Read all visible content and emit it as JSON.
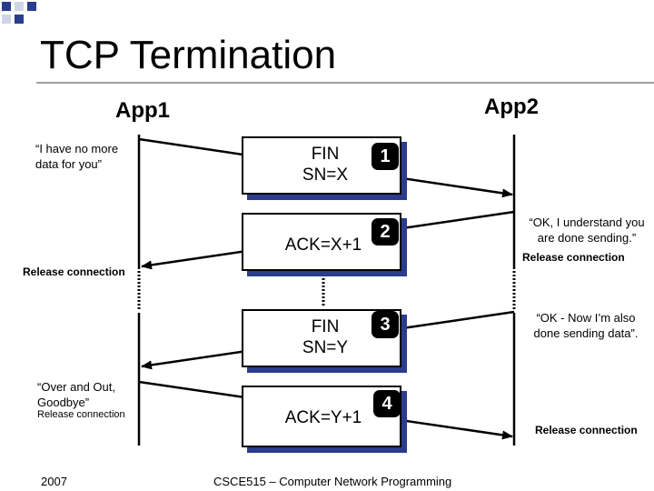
{
  "slide": {
    "title": "TCP Termination",
    "footer_left": "2007",
    "footer_center": "CSCE515 – Computer Network Programming"
  },
  "app1": {
    "name": "App1",
    "note_no_more": "“I have no more data for you”",
    "release_1": "Release connection",
    "note_over_out": "“Over and Out, Goodbye”",
    "release_2": "Release connection"
  },
  "app2": {
    "name": "App2",
    "note_understand": "“OK, I understand you are done sending.”",
    "release_1": "Release connection",
    "note_ok_done": "“OK - Now I’m also done sending data”.",
    "release_2": "Release connection"
  },
  "segments": [
    {
      "line1": "FIN",
      "line2": "SN=X",
      "step": "1"
    },
    {
      "line1": "ACK=X+1",
      "line2": "",
      "step": "2"
    },
    {
      "line1": "FIN",
      "line2": "SN=Y",
      "step": "3"
    },
    {
      "line1": "ACK=Y+1",
      "line2": "",
      "step": "4"
    }
  ],
  "colors": {
    "segment_shadow": "#2b3c8d",
    "title_rule": "#a0a0a0",
    "corner_blue": "#2b3c8d"
  }
}
